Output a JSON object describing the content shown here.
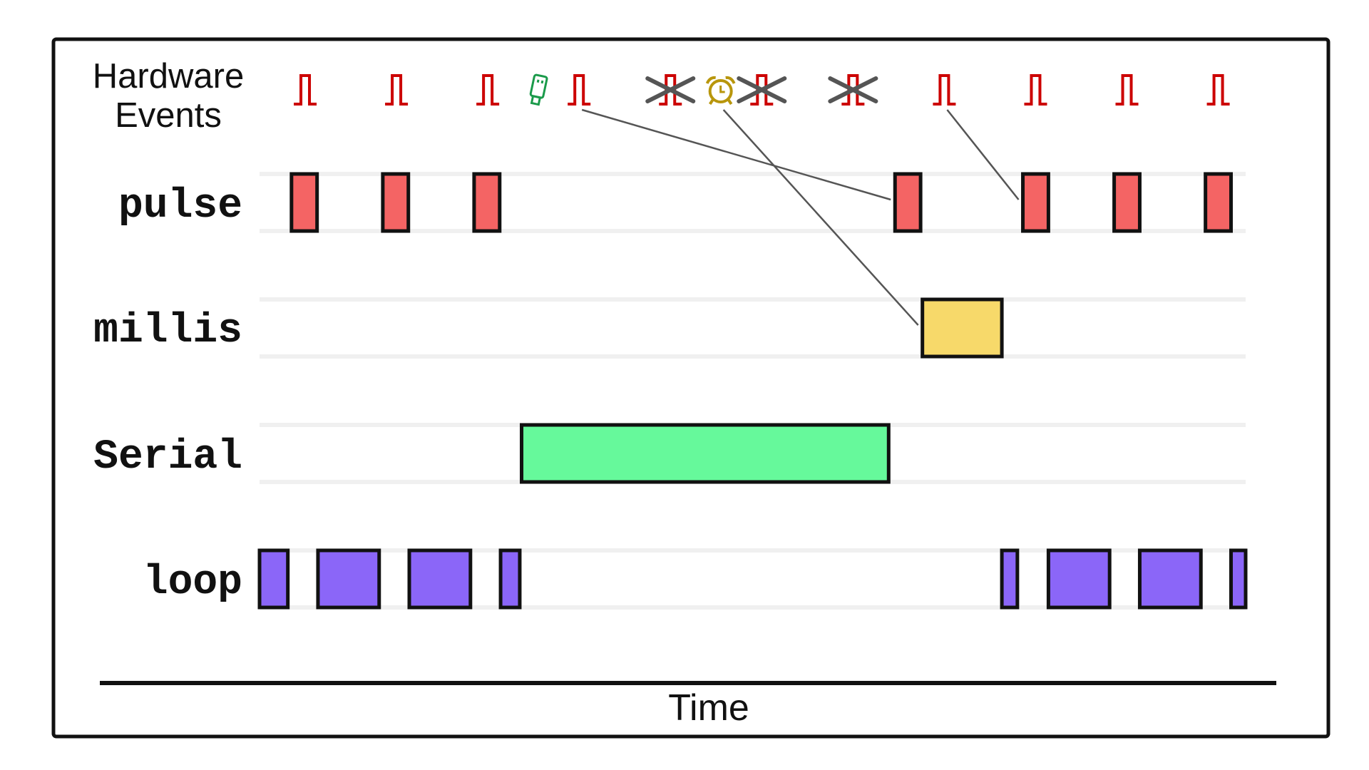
{
  "hardware_events": {
    "label_line1": "Hardware",
    "label_line2": "Events",
    "pulse_color": "#cc0000",
    "usb_color": "#1a9a4a",
    "alarm_color": "#b8960c",
    "cross_color": "#555555",
    "events": [
      {
        "kind": "pulse",
        "t": 0.5,
        "dropped": false
      },
      {
        "kind": "pulse",
        "t": 1.5,
        "dropped": false
      },
      {
        "kind": "pulse",
        "t": 2.5,
        "dropped": false
      },
      {
        "kind": "usb-icon",
        "t": 3.05
      },
      {
        "kind": "pulse",
        "t": 3.5,
        "dropped": false
      },
      {
        "kind": "pulse",
        "t": 4.5,
        "dropped": true
      },
      {
        "kind": "alarm-clock-icon",
        "t": 5.05
      },
      {
        "kind": "pulse",
        "t": 5.5,
        "dropped": true
      },
      {
        "kind": "pulse",
        "t": 6.5,
        "dropped": true
      },
      {
        "kind": "pulse",
        "t": 7.5,
        "dropped": false
      },
      {
        "kind": "pulse",
        "t": 8.5,
        "dropped": false
      },
      {
        "kind": "pulse",
        "t": 9.5,
        "dropped": false
      },
      {
        "kind": "pulse",
        "t": 10.5,
        "dropped": false
      }
    ]
  },
  "tracks": [
    {
      "id": "pulse",
      "label": "pulse",
      "color": "#f46464",
      "blocks": [
        [
          0.35,
          0.63
        ],
        [
          1.35,
          1.63
        ],
        [
          2.35,
          2.63
        ],
        [
          6.96,
          7.24
        ],
        [
          8.36,
          8.64
        ],
        [
          9.36,
          9.64
        ],
        [
          10.36,
          10.64
        ]
      ]
    },
    {
      "id": "millis",
      "label": "millis",
      "color": "#f7d96a",
      "blocks": [
        [
          7.26,
          8.13
        ]
      ]
    },
    {
      "id": "serial",
      "label": "Serial",
      "color": "#66f99b",
      "blocks": [
        [
          2.87,
          6.89
        ]
      ]
    },
    {
      "id": "loop",
      "label": "loop",
      "color": "#8b66f8",
      "blocks": [
        [
          0.0,
          0.31
        ],
        [
          0.64,
          1.31
        ],
        [
          1.64,
          2.31
        ],
        [
          2.64,
          2.85
        ],
        [
          8.13,
          8.3
        ],
        [
          8.64,
          9.31
        ],
        [
          9.64,
          10.31
        ],
        [
          10.64,
          10.8
        ]
      ]
    }
  ],
  "links": [
    {
      "from_t": 3.5,
      "to_track": "pulse",
      "to_t": 6.96
    },
    {
      "from_t": 5.05,
      "to_track": "millis",
      "to_t": 7.26
    },
    {
      "from_t": 7.5,
      "to_track": "pulse",
      "to_t": 8.36
    }
  ],
  "time_axis": {
    "label": "Time",
    "t_max": 10.8
  }
}
